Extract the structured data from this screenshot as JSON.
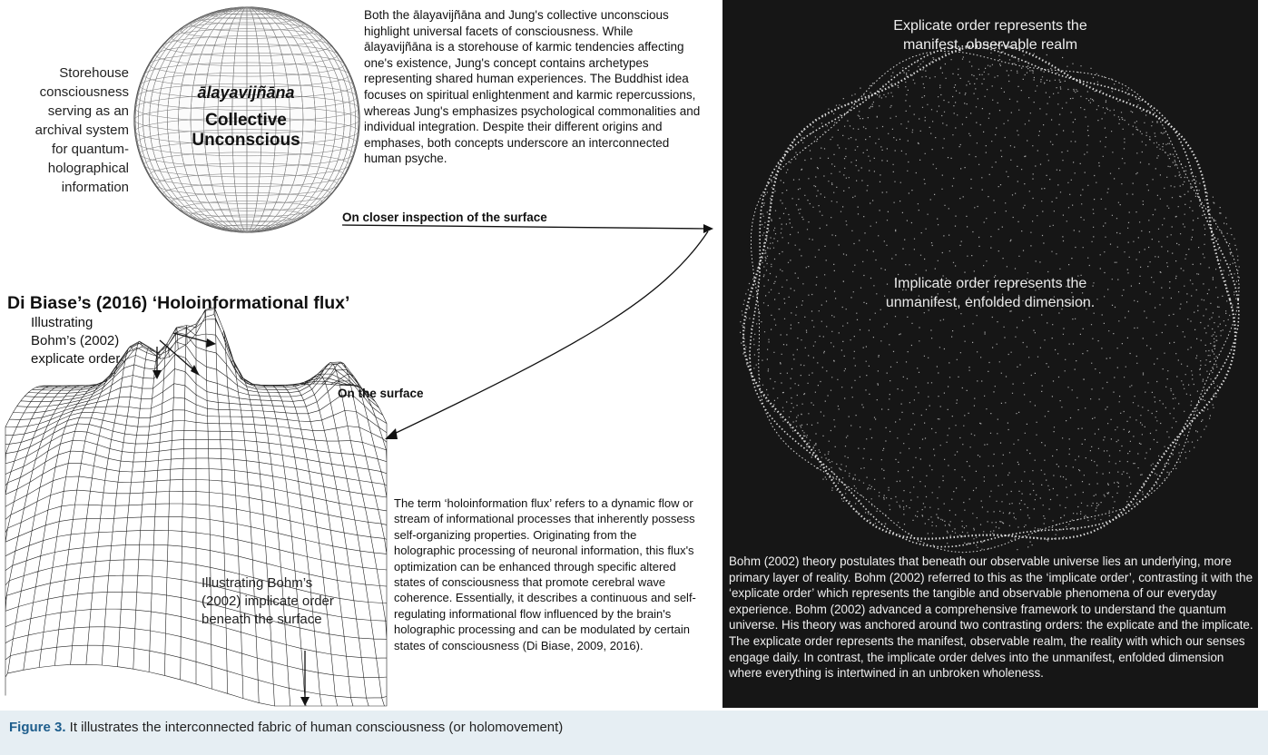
{
  "left_label": [
    "Storehouse",
    "consciousness",
    "serving as an",
    "archival system",
    "for quantum-",
    "holographical",
    "information"
  ],
  "sphere": {
    "label_italic": "ālayavijñāna",
    "label_line1": "Collective",
    "label_line2": "Unconscious"
  },
  "paragraph_top": "Both the ālayavijñāna and Jung's collective unconscious highlight universal facets of consciousness. While ālayavijñāna is a storehouse of karmic tendencies affecting one's existence, Jung's concept contains archetypes representing shared human experiences. The Buddhist idea focuses on spiritual enlightenment and karmic repercussions, whereas Jung's emphasizes psychological commonalities and individual integration. Despite their different origins and emphases, both concepts underscore an interconnected human psyche.",
  "arrow_label_closer": "On closer inspection of the surface",
  "holo_title": "Di Biase’s (2016) ‘Holoinformational flux’",
  "illustrating_explicate": [
    "Illustrating",
    "Bohm’s (2002)",
    "explicate order"
  ],
  "on_surface_label": "On the surface",
  "illustrating_implicate": [
    "Illustrating Bohm’s",
    "(2002) implicate order",
    "beneath the surface"
  ],
  "paragraph_flux": "The term ‘holoinformation flux’ refers to a dynamic flow or stream of informational processes that inherently possess self-organizing properties. Originating from the holographic processing of neuronal information, this flux's optimization can be enhanced through specific altered states of consciousness that promote cerebral wave coherence. Essentially, it describes a continuous and self-regulating informational flow influenced by the brain's holographic processing and can be modulated by certain states of consciousness (Di Biase, 2009, 2016).",
  "dark_panel": {
    "top_label": [
      "Explicate order represents the",
      "manifest, observable realm"
    ],
    "middle_label": [
      "Implicate order represents the",
      "unmanifest, enfolded dimension."
    ],
    "paragraph": "Bohm (2002) theory postulates that beneath our observable universe lies an underlying, more primary layer of reality. Bohm (2002) referred to this as the ‘implicate order’, contrasting it with the ‘explicate order’ which represents the tangible and observable phenomena of our everyday experience.  Bohm (2002) advanced a comprehensive framework to understand the quantum universe. His theory was anchored around two contrasting orders: the explicate and the implicate. The explicate order represents the manifest, observable realm, the reality with which our senses engage daily. In contrast, the implicate order delves into the unmanifest, enfolded dimension where everything is intertwined in an unbroken wholeness."
  },
  "caption": {
    "label": "Figure 3.",
    "text": " It illustrates the interconnected fabric of human consciousness (or holomovement)"
  },
  "colors": {
    "dark_panel_bg": "#161616",
    "caption_bg": "#e6eef3",
    "caption_label": "#1d5d8c"
  }
}
